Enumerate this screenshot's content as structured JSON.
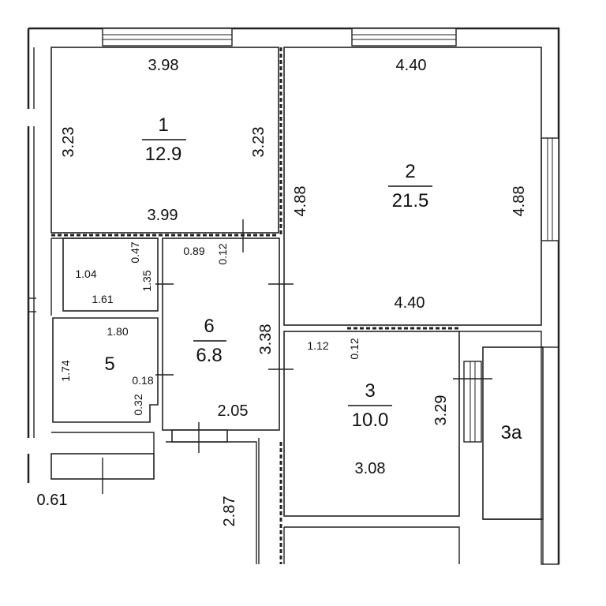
{
  "rooms": [
    {
      "number": "1",
      "area": "12.9"
    },
    {
      "number": "2",
      "area": "21.5"
    },
    {
      "number": "3",
      "area": "10.0"
    },
    {
      "number": "3a"
    },
    {
      "number": "5"
    },
    {
      "number": "6",
      "area": "6.8"
    }
  ],
  "dimensions": {
    "r1_top": "3.98",
    "r1_left": "3.23",
    "r1_right": "3.23",
    "r1_bottom": "3.99",
    "r2_top": "4.40",
    "r2_left": "4.88",
    "r2_right": "4.88",
    "r2_bottom": "4.40",
    "r3_top": "1.12",
    "r3_gap": "0.12",
    "r3_right": "3.29",
    "r3_bottom": "3.08",
    "r6_width": "2.05",
    "r6_height": "3.38",
    "r6_top_gap": "0.89",
    "r6_gap_vert": "0.12",
    "closet_height": "0.47",
    "wc_width": "1.04",
    "wc_height": "1.35",
    "wc_bottom": "1.61",
    "r5_top": "1.80",
    "r5_left": "1.74",
    "r5_gap": "0.18",
    "r5_step": "0.32",
    "corridor_bottom": "0.61",
    "stair_length": "2.87"
  }
}
